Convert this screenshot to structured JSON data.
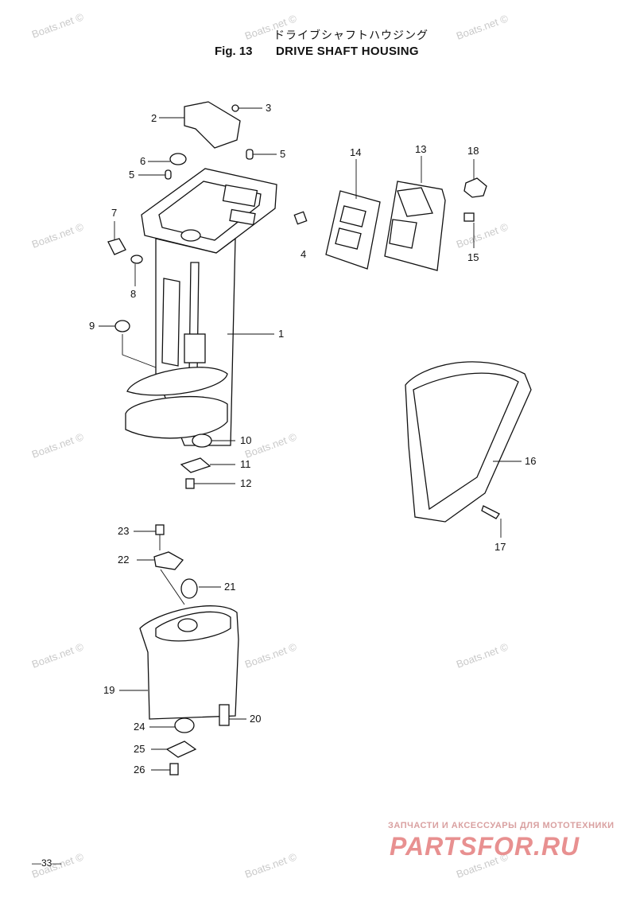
{
  "header": {
    "japanese_title": "ドライブシャフトハウジング",
    "fig_label": "Fig. 13",
    "title": "DRIVE SHAFT HOUSING"
  },
  "watermark": "Boats.net ©",
  "callouts": [
    "1",
    "2",
    "3",
    "4",
    "5",
    "5",
    "6",
    "7",
    "8",
    "9",
    "10",
    "11",
    "12",
    "13",
    "14",
    "15",
    "16",
    "17",
    "18",
    "19",
    "20",
    "21",
    "22",
    "23",
    "24",
    "25",
    "26"
  ],
  "page_number": "—33—",
  "brand": {
    "subtitle": "ЗАПЧАСТИ И АКСЕССУАРЫ ДЛЯ МОТОТЕХНИКИ",
    "name": "PARTSFOR.RU"
  }
}
